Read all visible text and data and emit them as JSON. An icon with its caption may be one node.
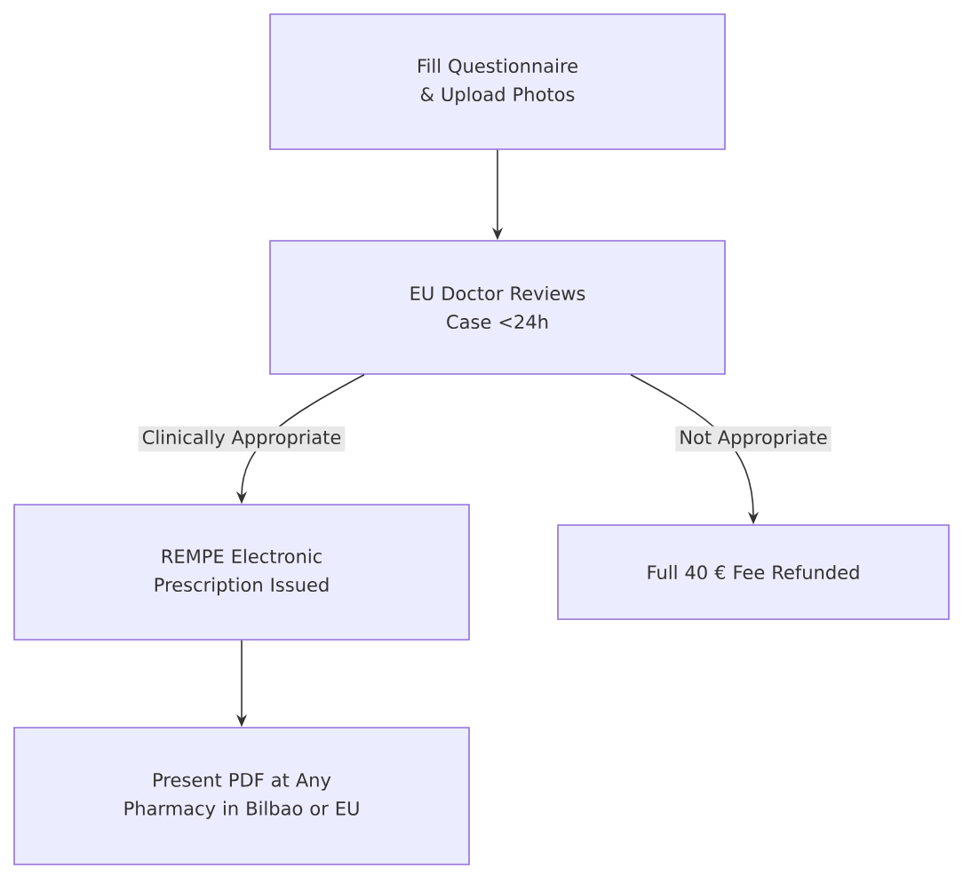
{
  "diagram": {
    "nodes": [
      {
        "text": [
          "Fill Questionnaire & Upload Photos"
        ]
      },
      {
        "text": [
          "EU Doctor Reviews Case <24h"
        ]
      },
      {
        "text": [
          "REMPE Electronic Prescription Issued"
        ]
      },
      {
        "text": [
          "Full 40 € Fee Refunded"
        ]
      },
      {
        "text": [
          "Present PDF at Any Pharmacy in Bilbao or EU"
        ]
      }
    ],
    "edges": [
      {
        "from": 0,
        "to": 1,
        "arrow": "to"
      },
      {
        "from": 1,
        "to": 2,
        "arrow": "to",
        "label": "Clinically Appropriate"
      },
      {
        "from": 1,
        "to": 3,
        "arrow": "to",
        "label": "Not Appropriate"
      },
      {
        "from": 2,
        "to": 4,
        "arrow": "to"
      }
    ]
  }
}
